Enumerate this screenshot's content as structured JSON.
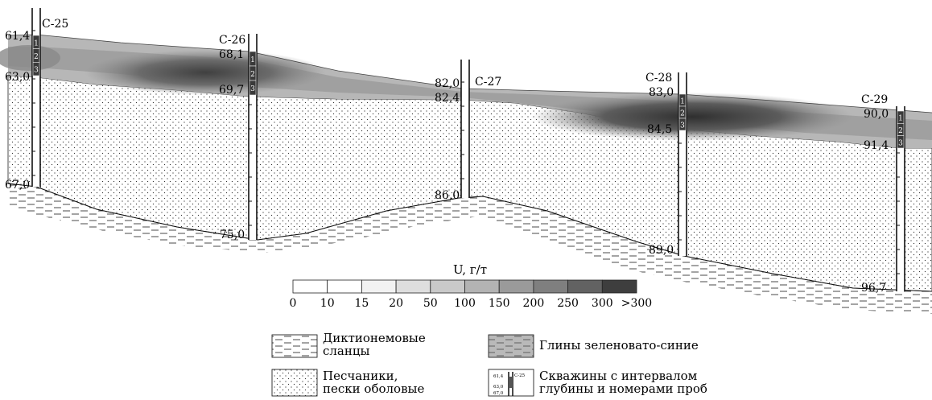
{
  "wells": [
    {
      "id": "С-25",
      "top_depth": "61,4",
      "clay_base": "63,0",
      "bottom_depth": "67,0",
      "samples": [
        "1",
        "2",
        "3"
      ]
    },
    {
      "id": "С-26",
      "top_depth": "68,1",
      "clay_base": "69,7",
      "bottom_depth": "75,0",
      "samples": [
        "1",
        "2",
        "3"
      ]
    },
    {
      "id": "С-27",
      "top_depth": "82,0",
      "clay_base": "82,4",
      "bottom_depth": "86,0",
      "samples": []
    },
    {
      "id": "С-28",
      "top_depth": "83,0",
      "clay_base": "84,5",
      "bottom_depth": "89,0",
      "samples": [
        "1",
        "2",
        "3"
      ]
    },
    {
      "id": "С-29",
      "top_depth": "90,0",
      "clay_base": "91,4",
      "bottom_depth": "96,7",
      "samples": [
        "1",
        "2",
        "3"
      ]
    }
  ],
  "scale": {
    "title": "U, г/т",
    "ticks": [
      "0",
      "10",
      "15",
      "20",
      "50",
      "100",
      "150",
      "200",
      "250",
      "300",
      ">300"
    ],
    "colors": [
      "#ffffff",
      "#ffffff",
      "#f2f2f2",
      "#dedede",
      "#c9c9c9",
      "#b3b3b3",
      "#9a9a9a",
      "#7f7f7f",
      "#626262",
      "#3e3e3e"
    ]
  },
  "legend": [
    {
      "key": "dictyonema",
      "lines": [
        "Диктионемовые",
        "сланцы"
      ]
    },
    {
      "key": "clay",
      "lines": [
        "Глины зеленовато-синие"
      ]
    },
    {
      "key": "sandstone",
      "lines": [
        "Песчаники,",
        "пески оболовые"
      ]
    },
    {
      "key": "well",
      "lines": [
        "Скважины с интервалом",
        "глубины и номерами проб"
      ]
    }
  ],
  "well_icon": {
    "id": "С-25",
    "top": "61,4",
    "mid": "63,0",
    "bottom": "67,0"
  }
}
